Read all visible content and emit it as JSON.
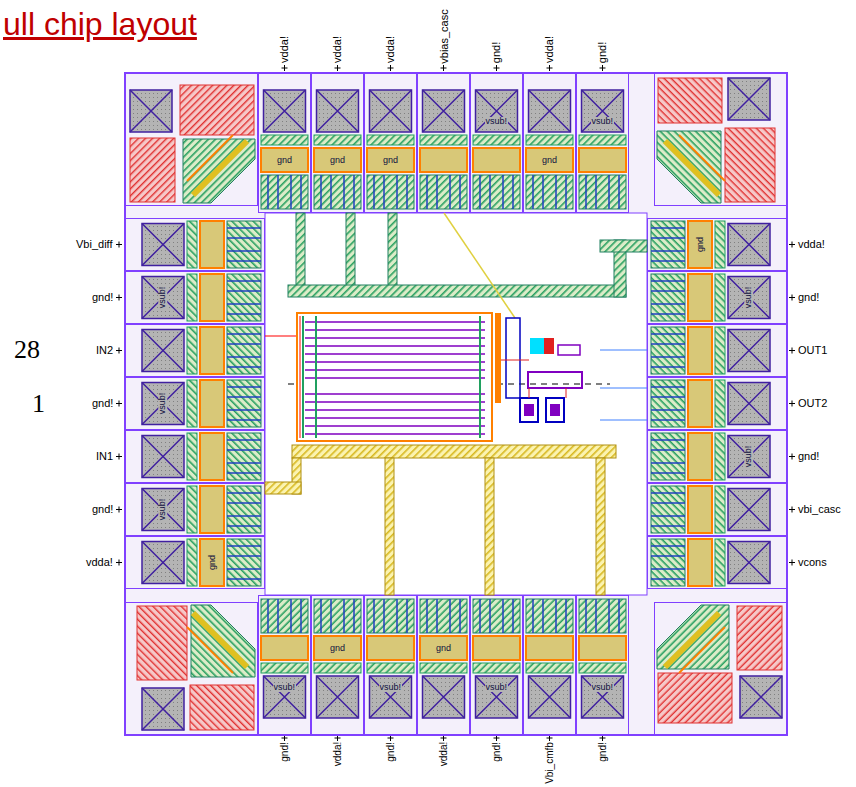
{
  "diagram": {
    "title": "ull chip layout",
    "labels": [
      "vdda!",
      "vdda!",
      "vdda!",
      "vbias_casc",
      "gnd!",
      "vdda!",
      "gnd!",
      "Vbi_diff",
      "gnd!",
      "IN2",
      "gnd!",
      "IN1",
      "gnd!",
      "vdda!",
      "vdda!",
      "gnd!",
      "OUT1",
      "OUT2",
      "gnd!",
      "vbi_casc",
      "vcons",
      "gnd!",
      "vdda!",
      "gnd!",
      "vdda!",
      "gnd!",
      "Vbi_cmfb",
      "gnd!",
      "28",
      "1",
      "vsub!",
      "vsub!",
      "vsub!",
      "vsub!",
      "vsub!",
      "vsub!",
      "vsub!",
      "vsub!",
      "vsub!",
      "vsub!",
      "vsub!",
      "gnd",
      "gnd",
      "gnd",
      "gnd",
      "gnd",
      "gnd",
      "gnd",
      "gnd"
    ]
  }
}
